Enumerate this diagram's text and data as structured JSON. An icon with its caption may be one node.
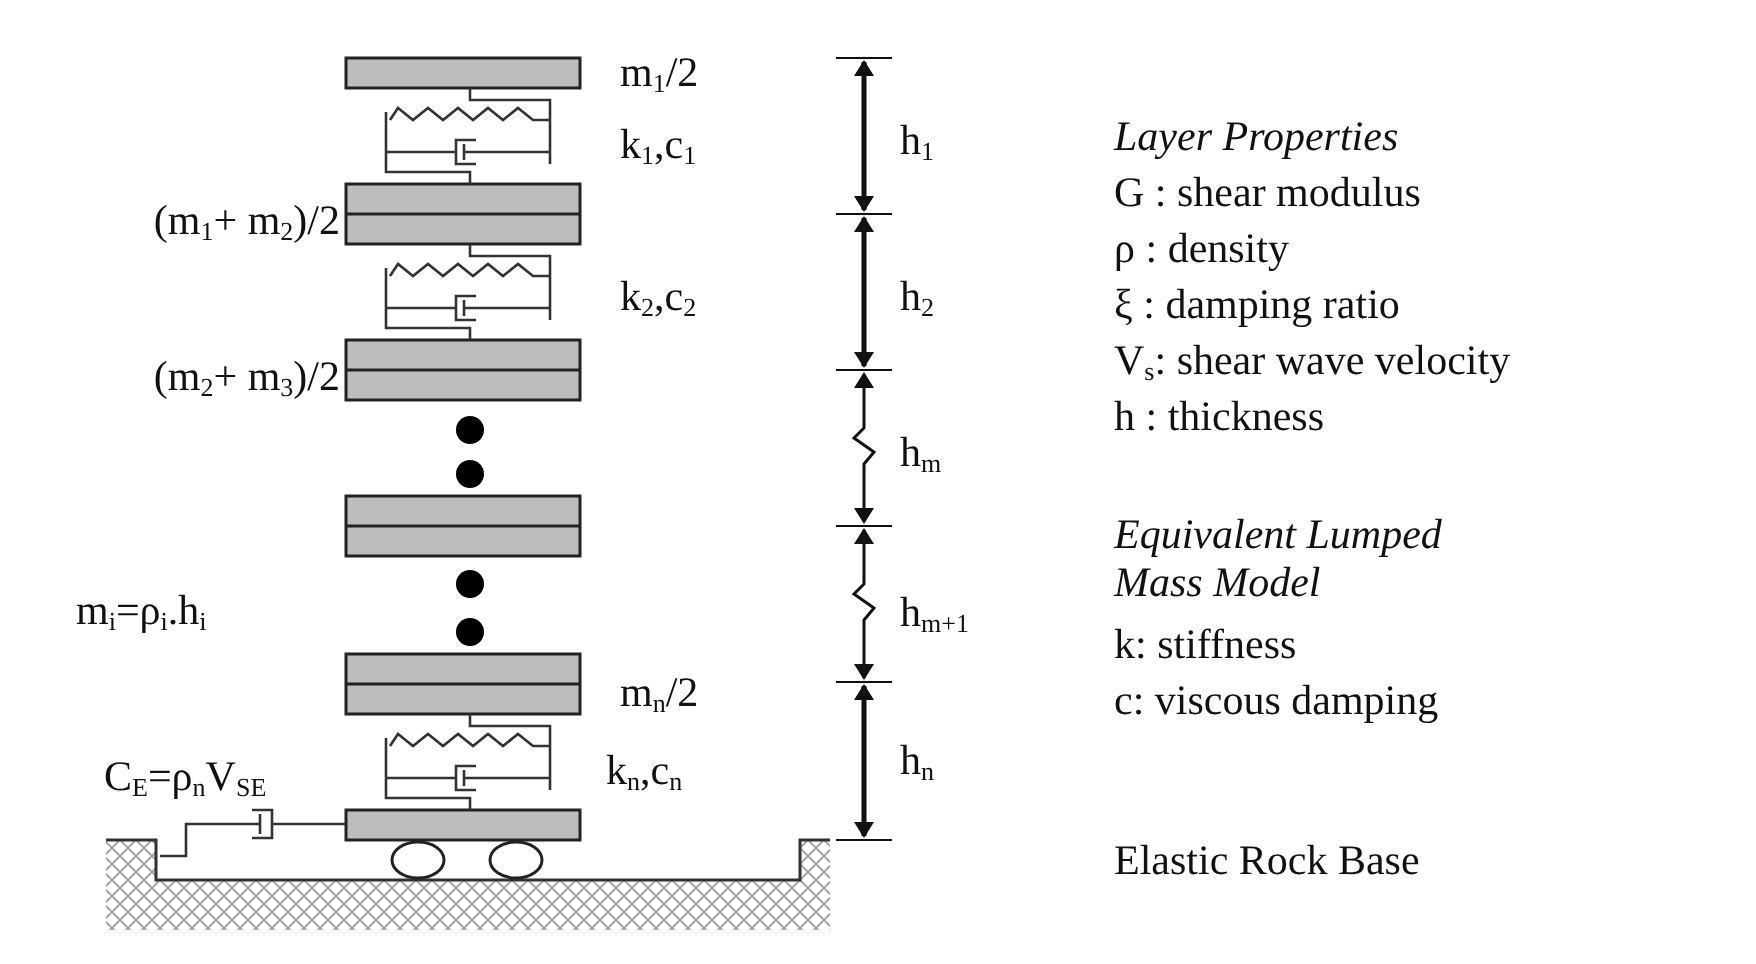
{
  "diagram": {
    "labels": [
      "m$_{1}$/2",
      "k$_{1}$,c$_{1}$",
      "(m$_{1}$+ m$_{2}$)/2",
      "k$_{2}$,c$_{2}$",
      "(m$_{2}$+ m$_{3}$)/2",
      "m$_{i}$=ρ$_{i}$.h$_{i}$",
      "m$_{n}$/2",
      "k$_{n}$,c$_{n}$",
      "C$_{E}$=ρ$_{n}$V$_{SE}$",
      "h$_{1}$",
      "h$_{2}$",
      "h$_{m}$",
      "h$_{m+1}$",
      "h$_{n}$",
      "Layer Properties",
      "G : shear modulus",
      "ρ  : density",
      "ξ  : damping ratio",
      "V$_{s}$: shear wave velocity",
      "h  : thickness",
      "Equivalent Lumped Mass Model",
      "k: stiffness",
      "c: viscous damping",
      "Elastic Rock Base"
    ]
  }
}
